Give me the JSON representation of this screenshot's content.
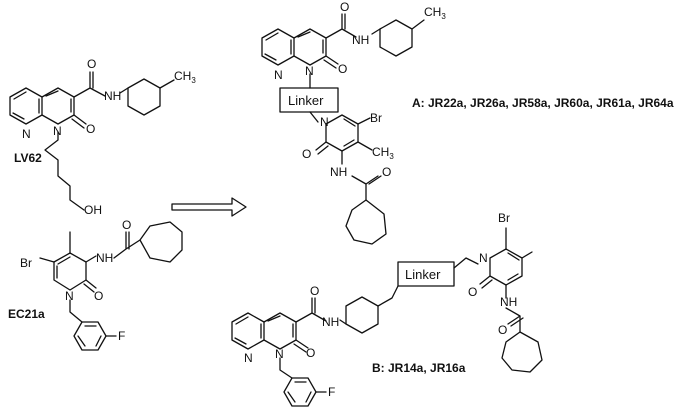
{
  "compounds": {
    "lv62": "LV62",
    "ec21a": "EC21a"
  },
  "series": {
    "a": "A: JR22a, JR26a, JR58a, JR60a, JR61a, JR64a",
    "b": "B: JR14a, JR16a"
  },
  "linker_label": "Linker",
  "atoms": {
    "o": "O",
    "nh": "NH",
    "n": "N",
    "ch3": "CH",
    "ch3_sub": "3",
    "oh": "OH",
    "br": "Br",
    "f": "F"
  }
}
